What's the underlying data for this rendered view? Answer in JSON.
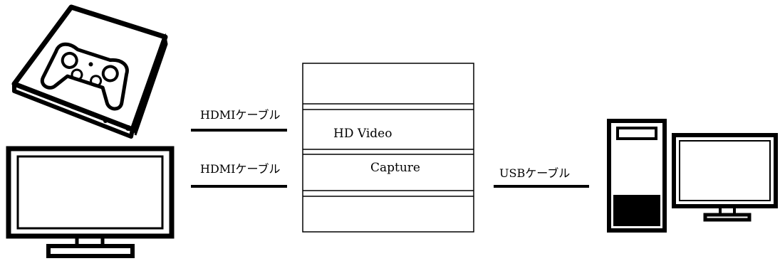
{
  "labels": {
    "hdmi_cable_top": "HDMIケーブル",
    "hdmi_cable_bottom": "HDMIケーブル",
    "usb_cable": "USBケーブル",
    "capture_line1": "HD Video",
    "capture_line2": "Capture"
  },
  "colors": {
    "stroke": "#000000",
    "background": "#ffffff"
  },
  "icons": {
    "console": "game-console-icon",
    "tv": "tv-monitor-icon",
    "pc_tower": "pc-tower-icon",
    "pc_monitor": "pc-monitor-icon"
  }
}
